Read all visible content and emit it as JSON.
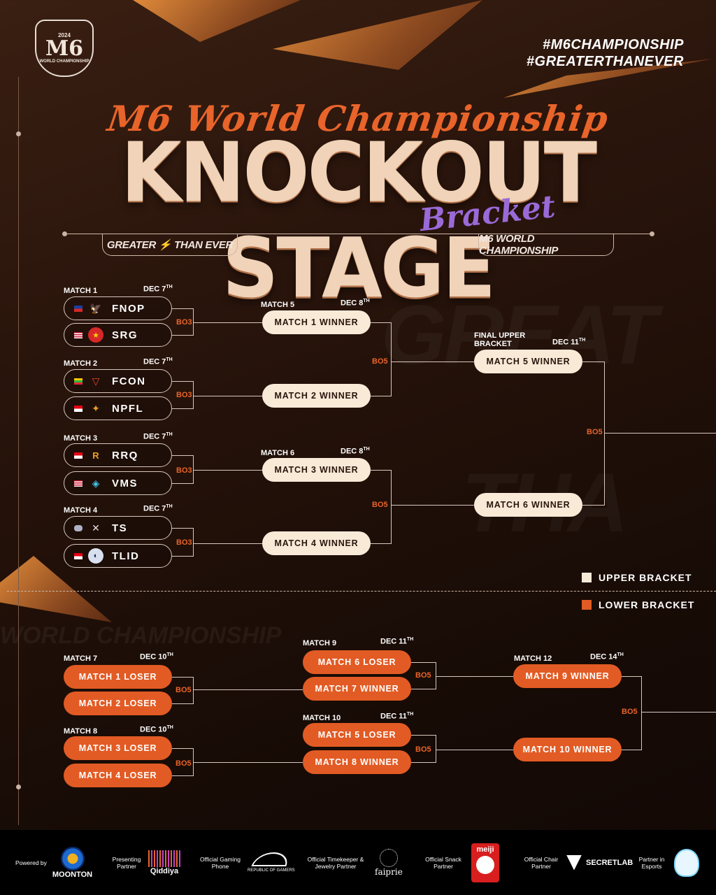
{
  "header": {
    "logo": {
      "main": "M6",
      "year": "2024",
      "line": "WORLD CHAMPIONSHIP"
    },
    "hashtags": [
      "#M6CHAMPIONSHIP",
      "#GREATERTHANEVER"
    ],
    "script_title": "M6 World Championship",
    "title": "KNOCKOUT STAGE",
    "subtitle": "Bracket",
    "tag_left": "GREATER ⚡ THAN EVER",
    "tag_right": "M6 WORLD CHAMPIONSHIP",
    "bg_words": [
      "GREAT",
      "THA",
      "WORLD CHAMPIONSHIP"
    ]
  },
  "upper": {
    "matches": [
      {
        "label": "MATCH 1",
        "date": "DEC 7",
        "bo": "BO3",
        "teams": [
          {
            "flag": "ph",
            "name": "FNOP",
            "icon": "falcon-icon"
          },
          {
            "flag": "my",
            "name": "SRG",
            "icon": "srg-icon"
          }
        ]
      },
      {
        "label": "MATCH 2",
        "date": "DEC 7",
        "bo": "BO3",
        "teams": [
          {
            "flag": "mm",
            "name": "FCON",
            "icon": "fcon-icon"
          },
          {
            "flag": "id",
            "name": "NPFL",
            "icon": "npfl-icon"
          }
        ]
      },
      {
        "label": "MATCH 3",
        "date": "DEC 7",
        "bo": "BO3",
        "teams": [
          {
            "flag": "id",
            "name": "RRQ",
            "icon": "rrq-icon"
          },
          {
            "flag": "my",
            "name": "VMS",
            "icon": "vms-icon"
          }
        ]
      },
      {
        "label": "MATCH 4",
        "date": "DEC 7",
        "bo": "BO3",
        "teams": [
          {
            "flag": "other",
            "name": "TS",
            "icon": "ts-icon"
          },
          {
            "flag": "id",
            "name": "TLID",
            "icon": "tlid-icon"
          }
        ]
      }
    ],
    "round2": [
      {
        "label": "MATCH 5",
        "date": "DEC 8",
        "bo": "BO5",
        "slots": [
          "MATCH 1 WINNER",
          "MATCH 2 WINNER"
        ]
      },
      {
        "label": "MATCH 6",
        "date": "DEC 8",
        "bo": "BO5",
        "slots": [
          "MATCH 3 WINNER",
          "MATCH 4 WINNER"
        ]
      }
    ],
    "final": {
      "label": "FINAL UPPER BRACKET",
      "date": "DEC 11",
      "bo": "BO5",
      "slots": [
        "MATCH 5 WINNER",
        "MATCH 6 WINNER"
      ]
    }
  },
  "legend": {
    "upper": "UPPER BRACKET",
    "lower": "LOWER BRACKET",
    "upper_color": "#f9ead8",
    "lower_color": "#e25b24"
  },
  "lower": {
    "round1": [
      {
        "label": "MATCH 7",
        "date": "DEC 10",
        "bo": "BO5",
        "slots": [
          "MATCH 1 LOSER",
          "MATCH 2 LOSER"
        ]
      },
      {
        "label": "MATCH 8",
        "date": "DEC 10",
        "bo": "BO5",
        "slots": [
          "MATCH 3 LOSER",
          "MATCH 4 LOSER"
        ]
      }
    ],
    "round2": [
      {
        "label": "MATCH 9",
        "date": "DEC 11",
        "bo": "BO5",
        "slots": [
          "MATCH 6 LOSER",
          "MATCH 7 WINNER"
        ]
      },
      {
        "label": "MATCH 10",
        "date": "DEC 11",
        "bo": "BO5",
        "slots": [
          "MATCH 5 LOSER",
          "MATCH 8 WINNER"
        ]
      }
    ],
    "round3": {
      "label": "MATCH 12",
      "date": "DEC 14",
      "bo": "BO5",
      "slots": [
        "MATCH 9 WINNER",
        "MATCH 10 WINNER"
      ]
    }
  },
  "date_suffix": "TH",
  "date_suffix_8": "TH",
  "footer": {
    "sponsors": [
      {
        "caption": "Powered by",
        "brand": "MOONTON"
      },
      {
        "caption": "Presenting Partner",
        "brand": "Qiddiya"
      },
      {
        "caption": "Official Gaming Phone",
        "brand": "REPUBLIC OF GAMERS"
      },
      {
        "caption": "Official Timekeeper & Jewelry Partner",
        "brand": "faiprie"
      },
      {
        "caption": "Official Snack Partner",
        "brand": "meiji"
      },
      {
        "caption": "Official Chair Partner",
        "brand": "SECRETLAB"
      },
      {
        "caption": "Partner in Esports",
        "brand": ""
      }
    ]
  }
}
